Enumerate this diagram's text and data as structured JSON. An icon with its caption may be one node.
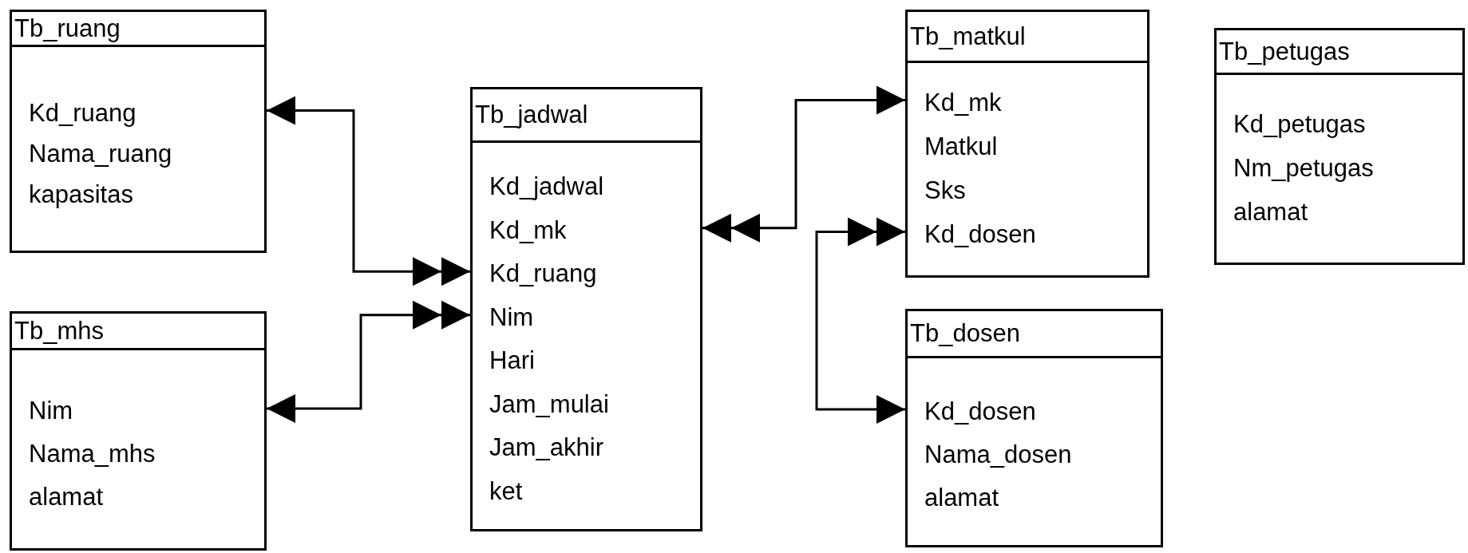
{
  "diagram": {
    "nodes": [
      {
        "text": [
          "Tb_ruang",
          "Kd_ruang",
          "Nama_ruang",
          "kapasitas"
        ]
      },
      {
        "text": [
          "Tb_mhs",
          "Nim",
          "Nama_mhs",
          "alamat"
        ]
      },
      {
        "text": [
          "Tb_jadwal",
          "Kd_jadwal",
          "Kd_mk",
          "Kd_ruang",
          "Nim",
          "Hari",
          "Jam_mulai",
          "Jam_akhir",
          "ket"
        ]
      },
      {
        "text": [
          "Tb_matkul",
          "Kd_mk",
          "Matkul",
          "Sks",
          "Kd_dosen"
        ]
      },
      {
        "text": [
          "Tb_dosen",
          "Kd_dosen",
          "Nama_dosen",
          "alamat"
        ]
      },
      {
        "text": [
          "Tb_petugas",
          "Kd_petugas",
          "Nm_petugas",
          "alamat"
        ]
      }
    ],
    "edges": [
      {
        "from": 0,
        "to": 2,
        "arrow": "both"
      },
      {
        "from": 1,
        "to": 2,
        "arrow": "both"
      },
      {
        "from": 2,
        "to": 3,
        "arrow": "both"
      },
      {
        "from": 3,
        "to": 4,
        "arrow": "both"
      }
    ]
  }
}
